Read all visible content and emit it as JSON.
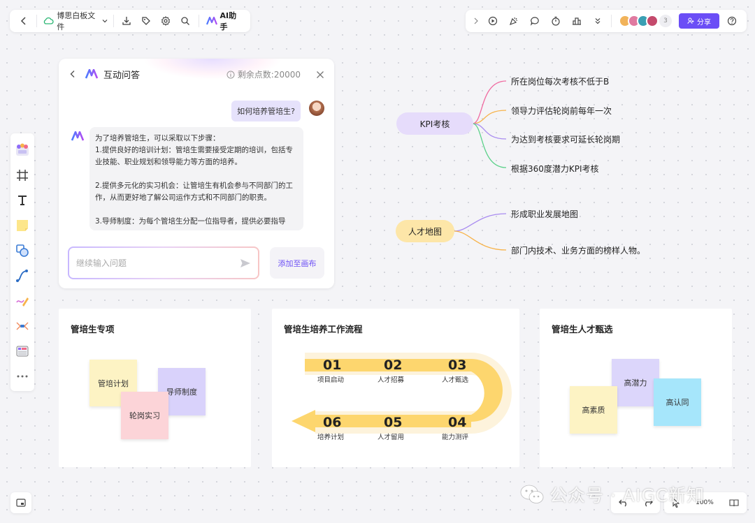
{
  "toolbar_left": {
    "file_name": "博思白板文件",
    "ai_label": "AI助手"
  },
  "toolbar_right": {
    "collaborator_count": "3",
    "share_label": "分享"
  },
  "ai_panel": {
    "title": "互动问答",
    "credits": "剩余点数:20000",
    "user_question": "如何培养管培生?",
    "bot_answer": "为了培养管培生，可以采取以下步骤：\n1.提供良好的培训计划：管培生需要接受定期的培训，包括专业技能、职业规划和领导能力等方面的培养。\n\n2.提供多元化的实习机会：让管培生有机会参与不同部门的工作，从而更好地了解公司运作方式和不同部门的职责。\n\n3.导师制度：为每个管培生分配一位指导者，提供必要指导",
    "input_placeholder": "继续输入问题",
    "add_to_canvas": "添加至画布"
  },
  "mindmap": {
    "kpi": {
      "label": "KPI考核",
      "items": [
        "所在岗位每次考核不低于B",
        "领导力评估轮岗前每年一次",
        "为达到考核要求可延长轮岗期",
        "根据360度潜力KPI考核"
      ]
    },
    "talent": {
      "label": "人才地图",
      "items": [
        "形成职业发展地图",
        "部门内技术、业务方面的榜样人物。"
      ]
    }
  },
  "cards": {
    "special": {
      "title": "管培生专项",
      "notes": [
        "管培计划",
        "导师制度",
        "轮岗实习"
      ]
    },
    "flow": {
      "title": "管培生培养工作流程",
      "steps": [
        {
          "num": "01",
          "label": "项目启动"
        },
        {
          "num": "02",
          "label": "人才招募"
        },
        {
          "num": "03",
          "label": "人才甄选"
        },
        {
          "num": "04",
          "label": "能力测评"
        },
        {
          "num": "05",
          "label": "人才留用"
        },
        {
          "num": "06",
          "label": "培养计划"
        }
      ]
    },
    "selection": {
      "title": "管培生人才甄选",
      "notes": [
        "高潜力",
        "高素质",
        "高认同"
      ]
    }
  },
  "zoom": "100%",
  "watermark": "公众号 · AIGC新知",
  "colors": {
    "accent": "#6b4ef6",
    "kpi_node": "#e6dcfb",
    "talent_node": "#fde6a8",
    "flow_band": "#fdd66e"
  }
}
